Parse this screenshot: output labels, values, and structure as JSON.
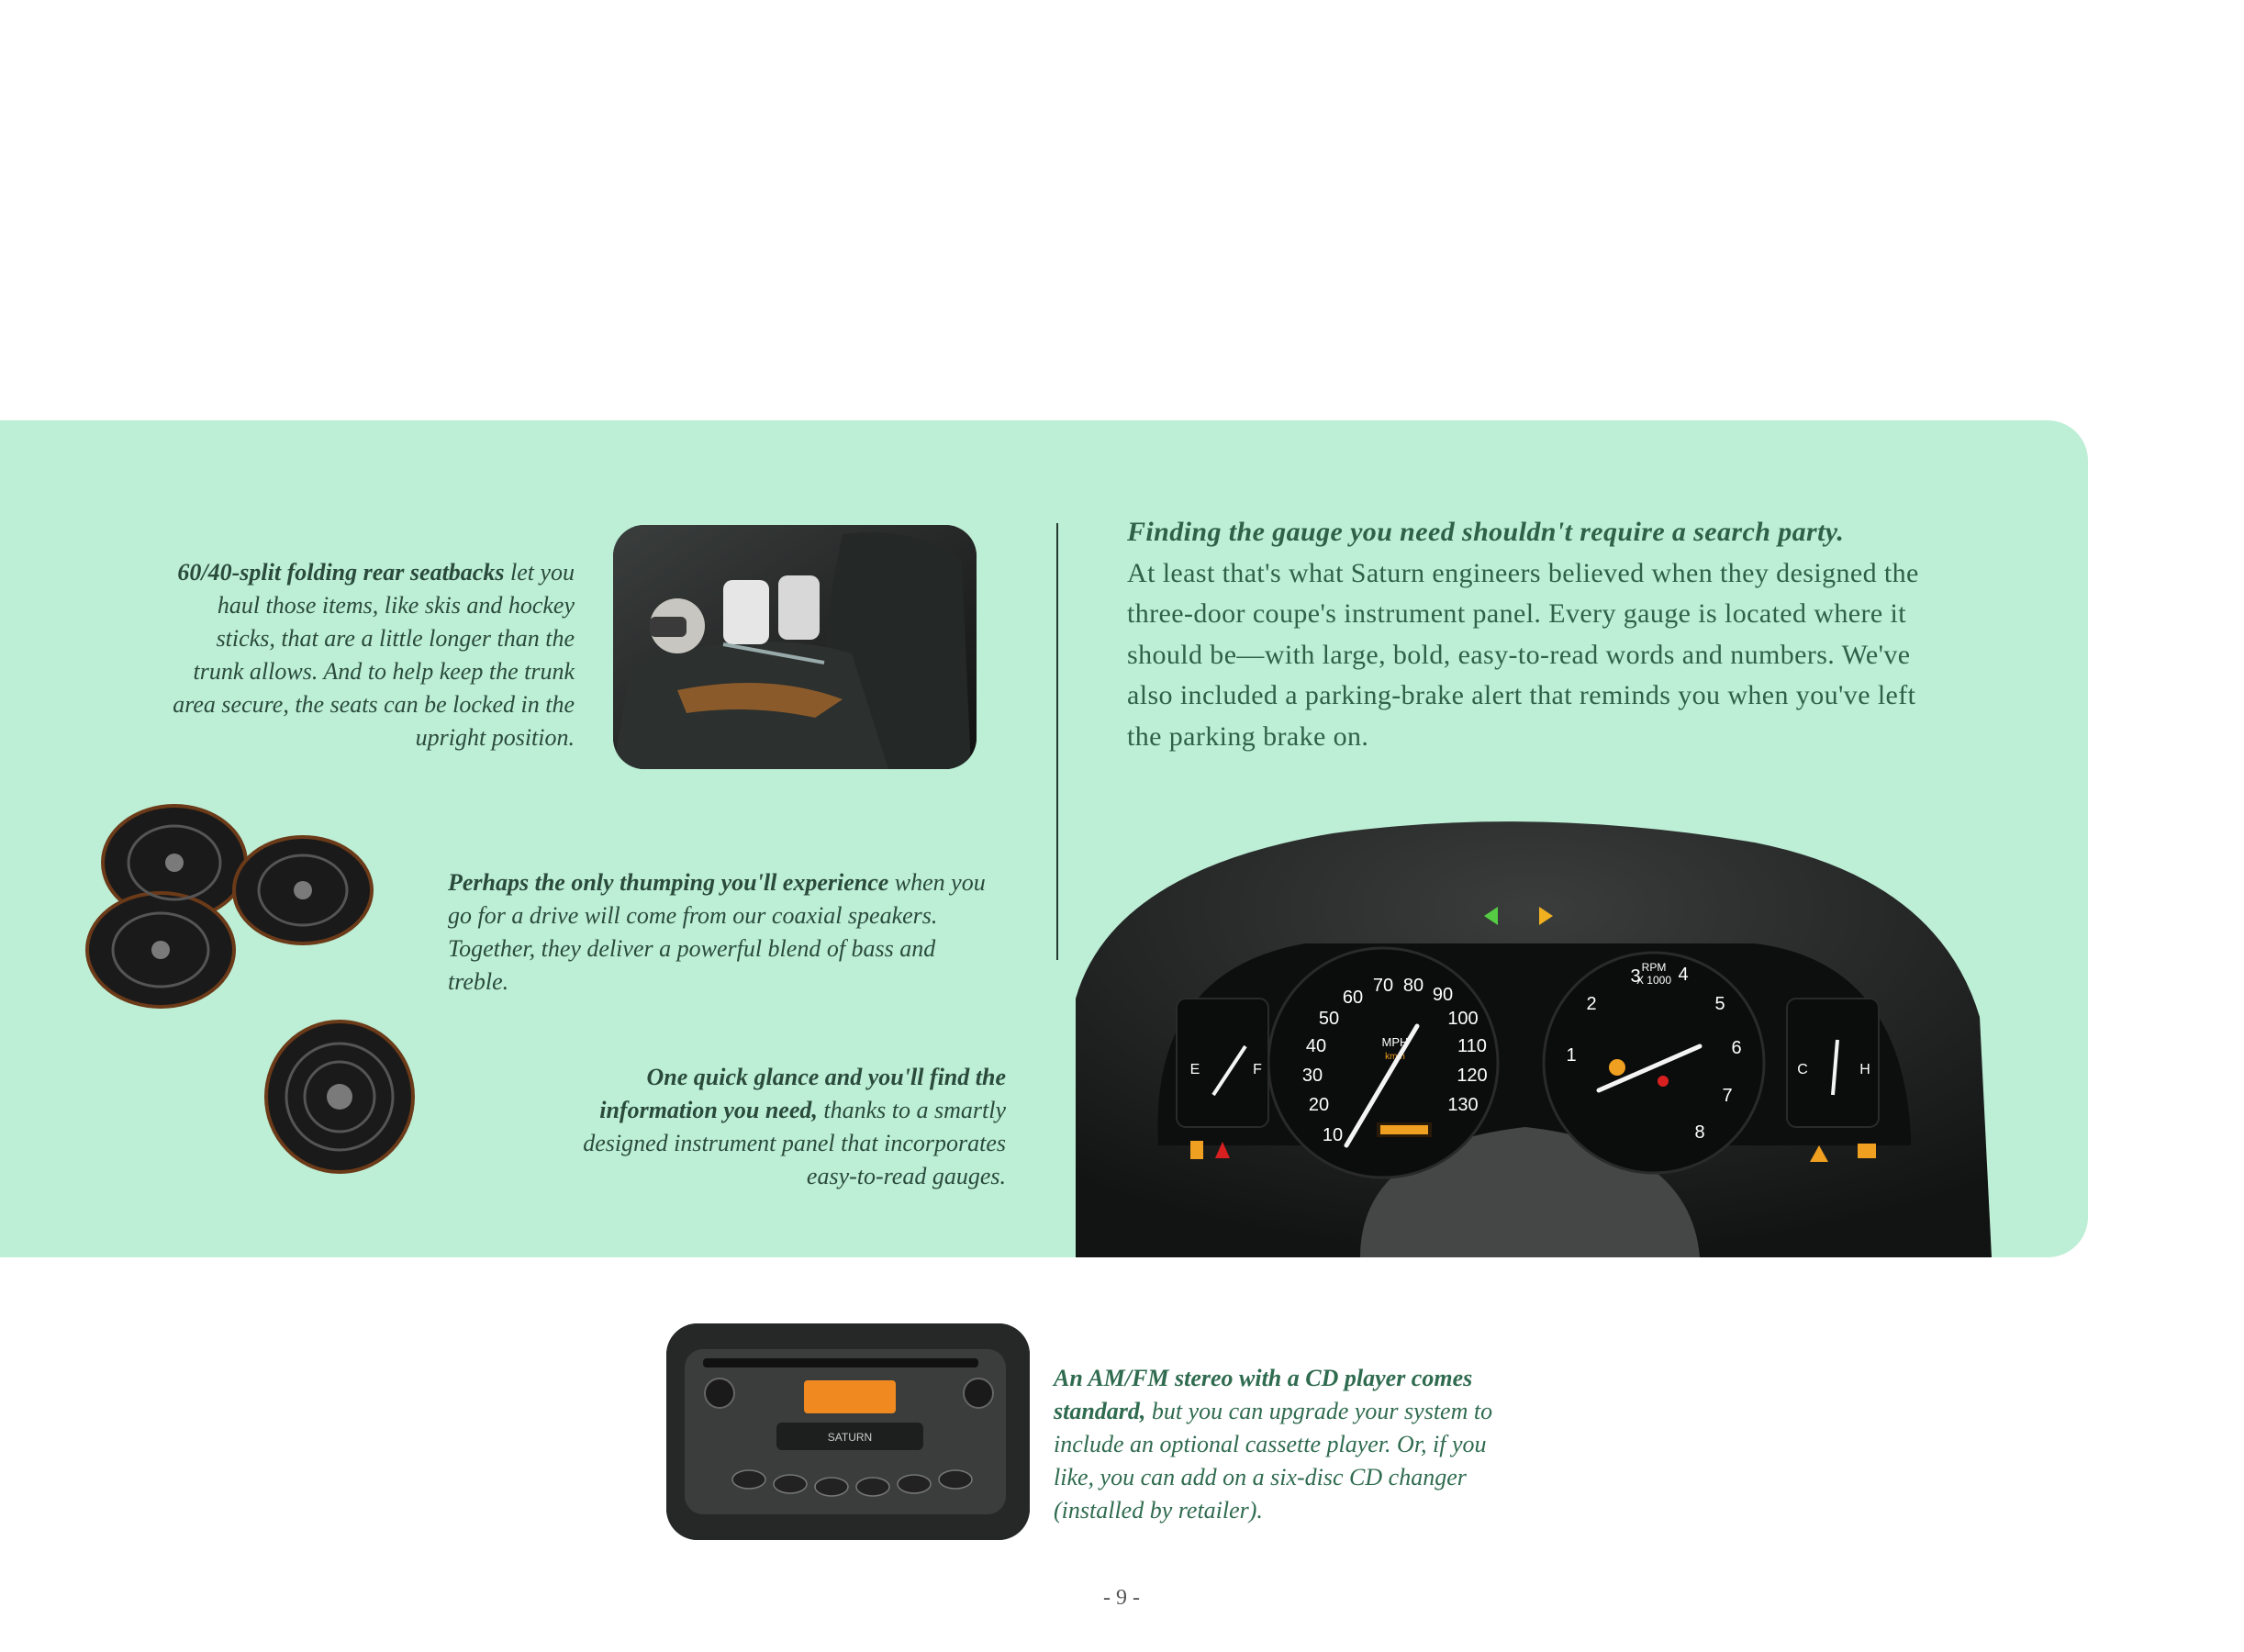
{
  "captions": {
    "seatbacks": {
      "lead": "60/40-split folding rear seatbacks",
      "body": " let you haul those items, like skis and hockey sticks, that are a little longer than the trunk allows. And to help keep the trunk area secure, the seats can be locked in the upright position."
    },
    "speakers": {
      "lead": "Perhaps the only thumping you'll experience",
      "body": " when you go for a drive will come from our coaxial speakers. Together, they deliver a powerful blend of bass and treble."
    },
    "glance": {
      "lead": "One quick glance and you'll find the information you need,",
      "body": " thanks to a smartly designed instrument panel that incorporates easy-to-read gauges."
    },
    "stereo": {
      "lead": "An AM/FM stereo with a CD player comes standard,",
      "body": " but you can upgrade your system to include an optional cassette player. Or, if you like, you can add on a six-disc CD changer (installed by retailer)."
    }
  },
  "article": {
    "headline": "Finding the gauge you need shouldn't require a search party.",
    "body": "At least that's what Saturn engineers believed when they designed the three-door coupe's instrument panel. Every gauge is located where it should be—with large, bold, easy-to-read words and numbers. We've also included a parking-brake alert that reminds you when you've left the parking brake on."
  },
  "gauges": {
    "speedo_mph": [
      "10",
      "20",
      "30",
      "40",
      "50",
      "60",
      "70",
      "80",
      "90",
      "100",
      "110",
      "120",
      "130"
    ],
    "speed_unit": "MPH",
    "speed_unit_metric": "km/h",
    "tach_numbers": [
      "1",
      "2",
      "3",
      "4",
      "5",
      "6",
      "7",
      "8"
    ],
    "tach_label": "RPM",
    "tach_scale": "X 1000",
    "fuel_e": "E",
    "fuel_f": "F",
    "temp_c": "C",
    "temp_h": "H"
  },
  "stereo_brand": "SATURN",
  "page_number": "- 9 -",
  "colors": {
    "panel": "#bdeed6",
    "text_green": "#2f6048",
    "gauge_orange": "#f0a020"
  }
}
